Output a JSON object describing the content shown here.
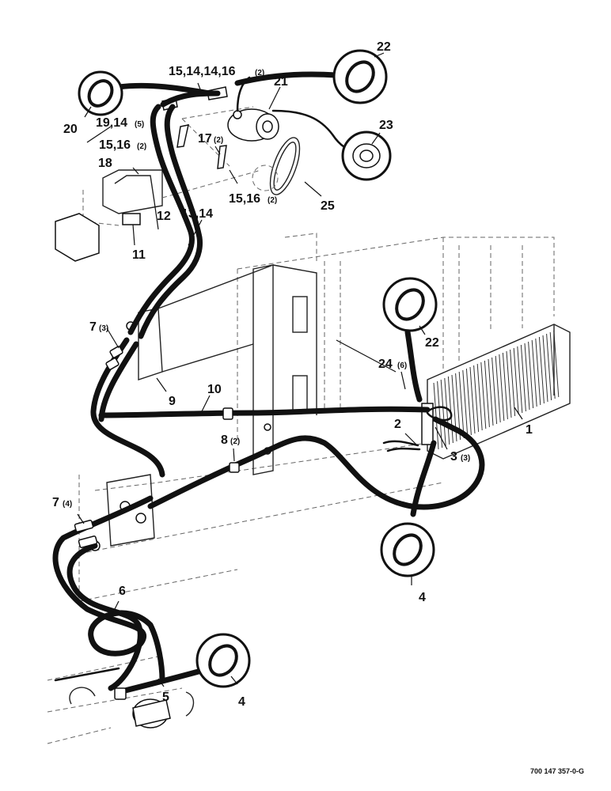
{
  "labels": {
    "l1": "1",
    "l2": "2",
    "l3": "3",
    "l3q": "(3)",
    "l4a": "4",
    "l4b": "4",
    "l5": "5",
    "l6": "6",
    "l7a": "7",
    "l7aq": "(3)",
    "l7b": "7",
    "l7bq": "(4)",
    "l8": "8",
    "l8q": "(2)",
    "l9": "9",
    "l10": "10",
    "l11": "11",
    "l12": "12",
    "l13": "13,14",
    "l15a": "15,14,14,16",
    "l15aq": "(2)",
    "l15b": "15,16",
    "l15bq": "(2)",
    "l15c": "15,16",
    "l15cq": "(2)",
    "l17": "17",
    "l17q": "(2)",
    "l18": "18",
    "l19": "19,14",
    "l19q": "(5)",
    "l20": "20",
    "l21": "21",
    "l22a": "22",
    "l22b": "22",
    "l23": "23",
    "l24": "24",
    "l24q": "(6)",
    "l25": "25"
  },
  "drawing_number": "700 147 357-0-G"
}
